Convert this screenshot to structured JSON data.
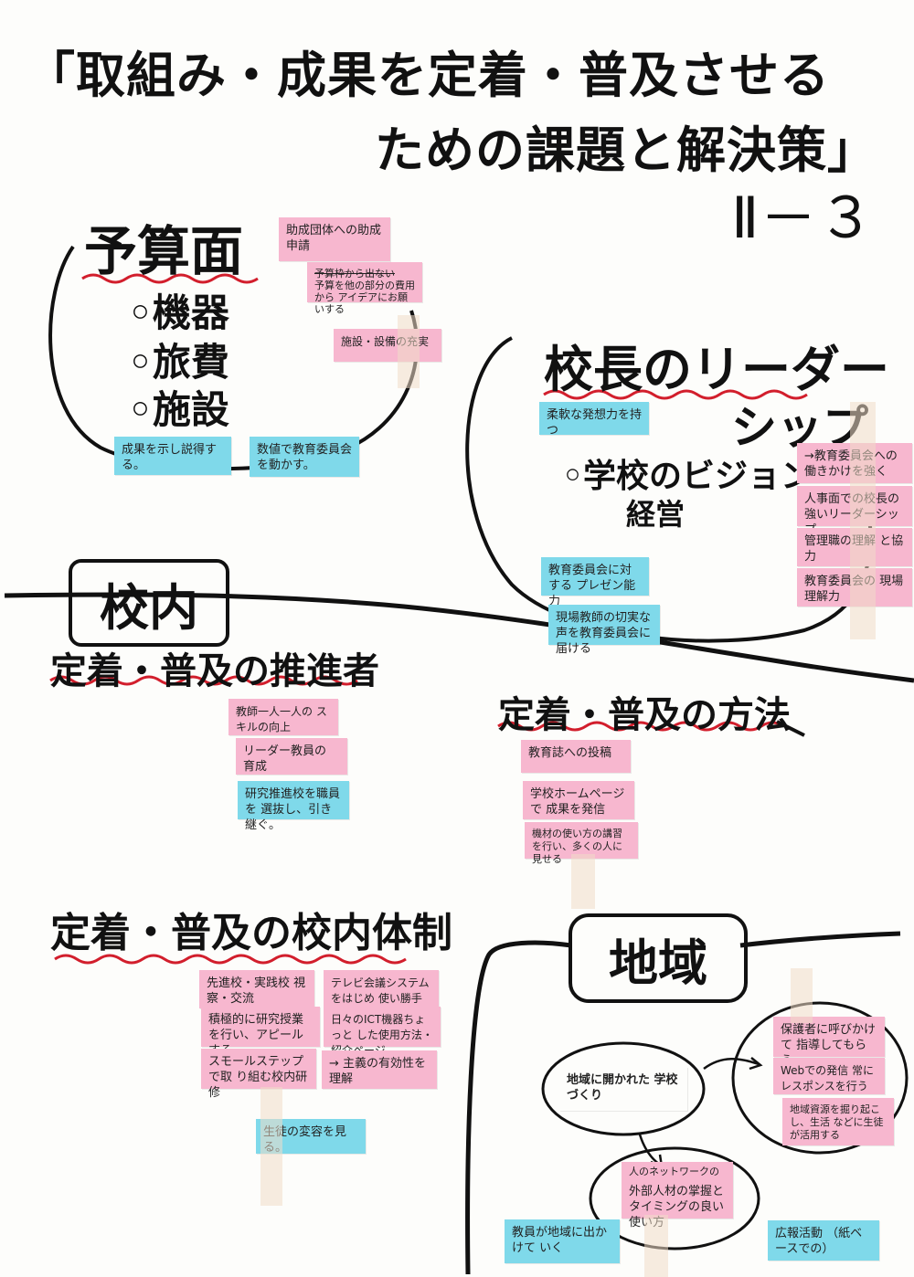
{
  "title": {
    "line1": "「取組み・成果を定着・普及させる",
    "line2": "ための課題と解決策」",
    "number": "Ⅱ－３"
  },
  "yosan": {
    "heading": "予算面",
    "items": [
      "◦機器",
      "◦旅費",
      "◦施設"
    ]
  },
  "kocho": {
    "heading_a": "校長のリーダー",
    "heading_b": "シップ",
    "item1": "◦学校のビジョン",
    "item2": "経営"
  },
  "konai": {
    "label": "校内"
  },
  "suishin": {
    "heading": "定着・普及の推進者"
  },
  "hoho": {
    "heading": "定着・普及の方法"
  },
  "taisei": {
    "heading": "定着・普及の校内体制"
  },
  "chiiki": {
    "label": "地域"
  },
  "notes": {
    "josei": "助成団体への助成申請",
    "yosan_strike": "予算枠から出ない",
    "yosan2": "予算を他の部分の費用から アイデアにお願いする",
    "shisetsu": "施設・設備の充実",
    "seika": "成果を示し説得する。",
    "suuchi": "数値で教育委員会を動かす。",
    "junan": "柔軟な発想力を持つ",
    "presen": "教育委員会に対する プレゼン能力",
    "genba": "現場教師の切実な 声を教育委員会に届ける",
    "hatarakikake": "→教育委員会への 働きかけを強く",
    "jinji": "人事面での校長の 強いリーダーシップ",
    "kanri": "管理職の理解 と協力",
    "kyoiku_rikai": "教育委員会の 現場理解力",
    "kyoshi_skill": "教師一人一人の スキルの向上",
    "leader": "リーダー教員の 育成",
    "kenkyu": "研究推進校を職員を 選抜し、引き継ぐ。",
    "kyoyu": "教育誌への投稿",
    "homepage": "学校ホームページで 成果を発信",
    "kiki_kosyu": "機材の使い方の講習 を行い、多くの人に見せる",
    "senshin": "先進校・実践校 視察・交流",
    "tv": "テレビ会議システムをはじめ 使い勝手のよさ",
    "sekkyoku": "積極的に研究授業 を行い、アピールする。",
    "ict": "日々のICT機器ちょっと した使用方法・紹介ページ",
    "small": "スモールステップで取 り組む校内研修",
    "yuko": "→ 主義の有効性を 理解",
    "seito": "生徒の変容を見 る。",
    "chiiki_gakko": "地域に開かれた 学校づくり",
    "hogosha": "保護者に呼びかけて 指導してもらう",
    "web": "Webでの発信 常にレスポンスを行う",
    "chiiki_shigen": "地域資源を掘り起こし、生活 などに生徒が活用する",
    "network": "人のネットワークの構築",
    "gaibu": "外部人材の掌握と タイミングの良い使い方",
    "kyoin_chiiki": "教員が地域に出かけて いく",
    "koho": "広報活動 （紙ベースでの）"
  }
}
